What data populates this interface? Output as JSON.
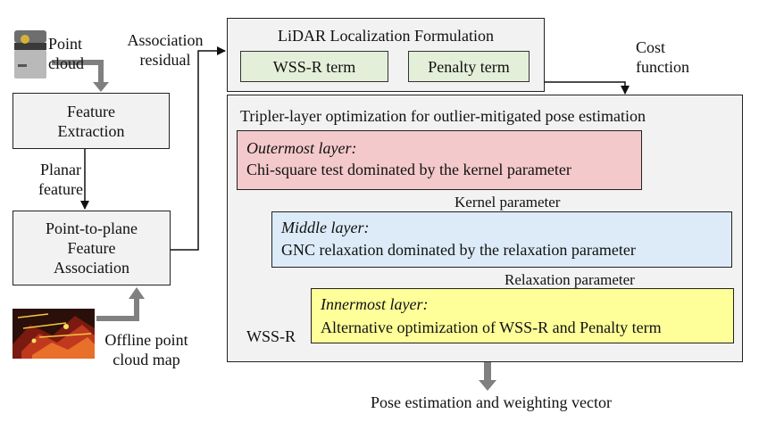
{
  "inputs": {
    "lidar_label": "Point\ncloud",
    "map_label": "Offline point\ncloud map"
  },
  "pipeline": {
    "feature_extraction": "Feature\nExtraction",
    "planar_feature": "Planar\nfeature",
    "association": "Point-to-plane\nFeature\nAssociation",
    "association_residual": "Association\nresidual"
  },
  "formulation": {
    "title": "LiDAR Localization Formulation",
    "wss_term": "WSS-R term",
    "penalty_term": "Penalty term",
    "cost_function": "Cost\nfunction"
  },
  "optimization": {
    "title": "Tripler-layer optimization for outlier-mitigated pose estimation",
    "outer": {
      "name": "Outermost layer:",
      "desc": "Chi-square test dominated by the kernel parameter"
    },
    "kernel_param": "Kernel parameter",
    "middle": {
      "name": "Middle layer:",
      "desc": "GNC relaxation dominated by the relaxation parameter"
    },
    "relax_param": "Relaxation parameter",
    "inner": {
      "name": "Innermost layer:",
      "desc": "Alternative optimization of WSS-R and Penalty term"
    },
    "wss_feedback": "WSS-R"
  },
  "output": "Pose estimation and weighting vector",
  "colors": {
    "outer_fill": "#f4c9cb",
    "middle_fill": "#dcebf7",
    "inner_fill": "#ffff99",
    "term_fill": "#e3efd9",
    "panel_fill": "#f2f2f2",
    "thick_arrow": "#808080"
  }
}
